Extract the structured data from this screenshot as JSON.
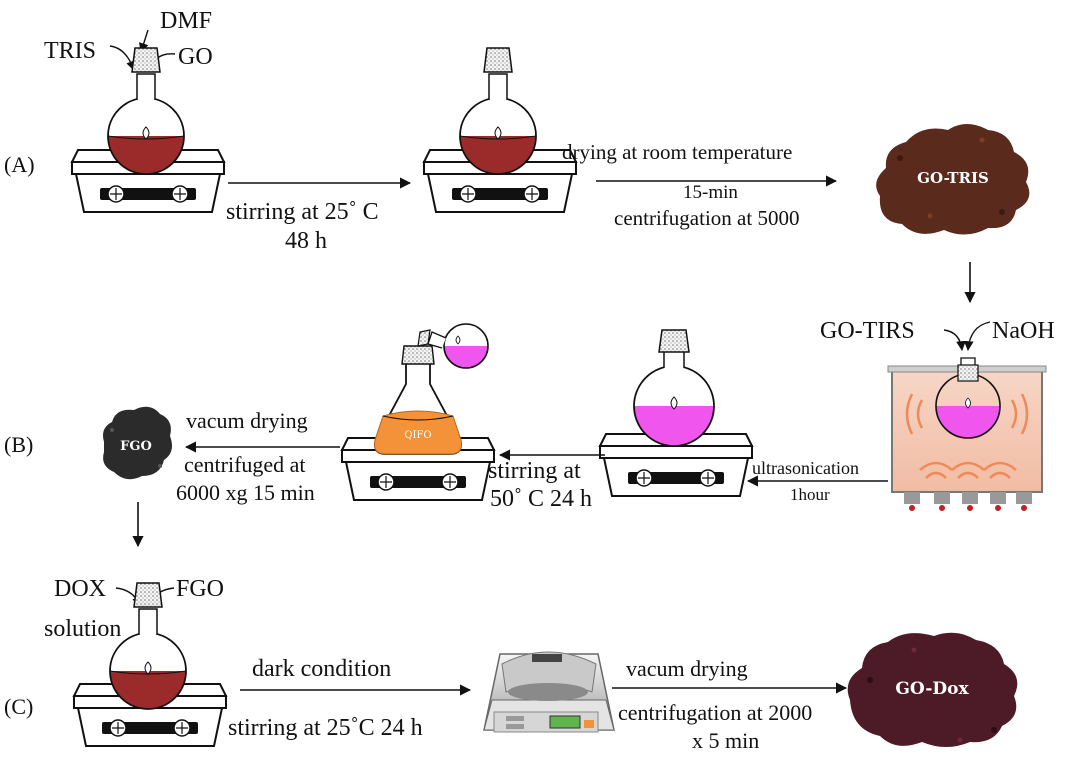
{
  "colors": {
    "red_solution": "#9b2a2a",
    "pink_solution": "#f055ee",
    "orange_solution": "#f39238",
    "go_tris_powder": "#5a2a1c",
    "go_dox_powder": "#4d1a28",
    "fgo_powder": "#2b2b2b",
    "sonicator_bath": "#f3c9b4"
  },
  "rows": {
    "A": {
      "label": "(A)",
      "reagents": {
        "tris": "TRIS",
        "dmf": "DMF",
        "go": "GO"
      },
      "step1": {
        "line1": "stirring at 25˚ C",
        "line2": "48 h"
      },
      "step2": {
        "line1": "drying at room temperature",
        "line2": "15-min",
        "line3": "centrifugation at 5000"
      },
      "product": "GO-TRIS"
    },
    "B": {
      "label": "(B)",
      "reagents": {
        "go_tirs": "GO-TIRS",
        "naoh": "NaOH"
      },
      "step_ultra": {
        "line1": "ultrasonication",
        "line2": "1hour"
      },
      "step_stir": {
        "line1": "stirring at",
        "line2": "50˚ C  24 h"
      },
      "flask_label": "QIFO",
      "step_dry": {
        "line1": "vacum drying",
        "line2": "centrifuged at",
        "line3": "6000 xg 15 min"
      },
      "product": "FGO"
    },
    "C": {
      "label": "(C)",
      "reagents": {
        "dox": "DOX",
        "fgo": "FGO",
        "solution": "solution"
      },
      "step1": {
        "line1": "dark condition",
        "line2": "stirring at 25˚C  24 h"
      },
      "step2": {
        "line1": "vacum drying",
        "line2": "centrifugation at 2000",
        "line3": "x 5 min"
      },
      "product": "GO-Dox"
    }
  }
}
